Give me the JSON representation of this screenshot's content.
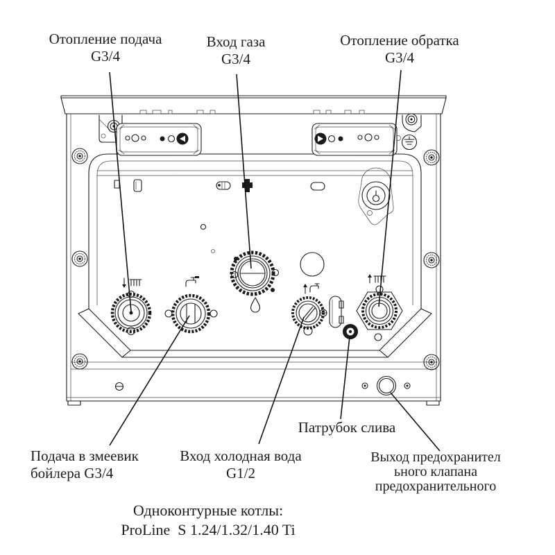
{
  "labels": {
    "heating_supply": {
      "l1": "Отопление подача",
      "l2": "G3/4"
    },
    "gas_inlet": {
      "l1": "Вход газа",
      "l2": "G3/4"
    },
    "heating_return": {
      "l1": "Отопление обратка",
      "l2": "G3/4"
    },
    "coil_supply": {
      "l1": "Подача в змеевик",
      "l2": "бойлера G3/4"
    },
    "cold_water": {
      "l1": "Вход холодная вода",
      "l2": "G1/2"
    },
    "drain": {
      "l1": "Патрубок слива"
    },
    "relief_valve": {
      "l1": "Выход предохранител",
      "l2": "ьного клапана",
      "l3": "предохранительного"
    }
  },
  "caption": {
    "l1": "Одноконтурные котлы:",
    "l2": "ProLine  S 1.24/1.32/1.40 Ti"
  },
  "colors": {
    "line": "#1a1a1a",
    "background": "#ffffff"
  }
}
